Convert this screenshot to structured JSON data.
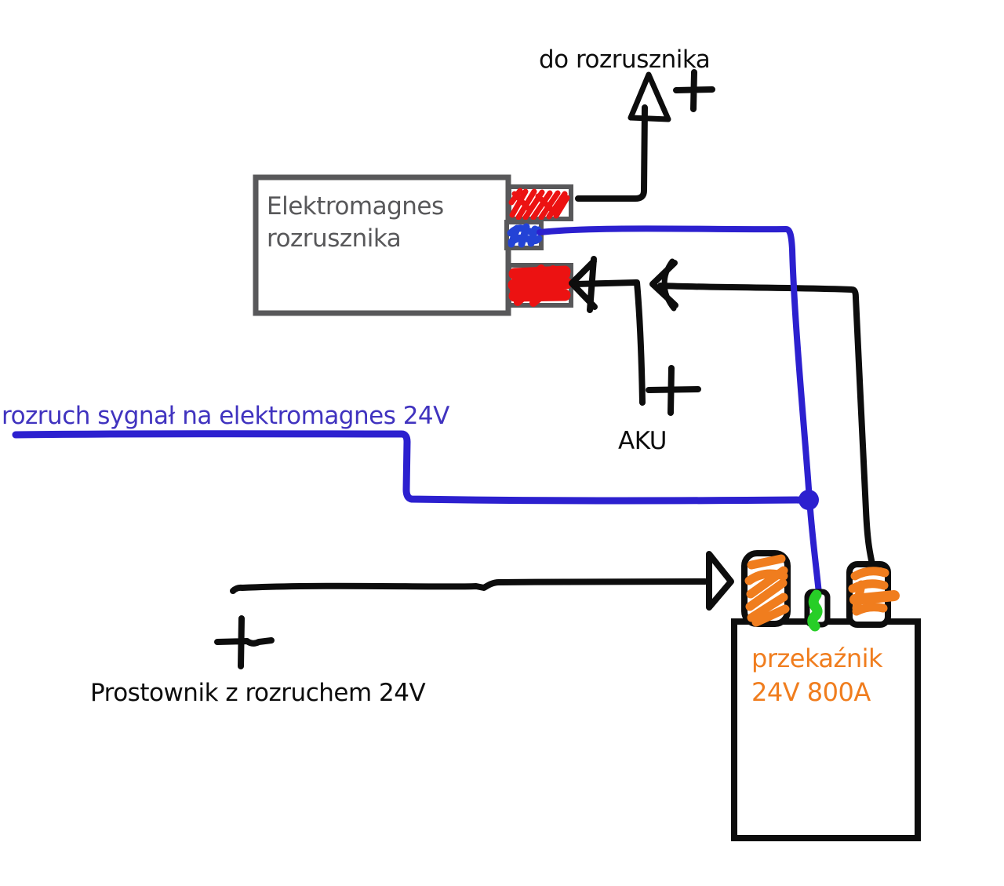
{
  "labels": {
    "do_rozrusznika": "do rozrusznika",
    "elektromagnes_line1": "Elektromagnes",
    "elektromagnes_line2": "rozrusznika",
    "rozruch_signal": "rozruch sygnał na elektromagnes 24V",
    "aku": "AKU",
    "prostownik": "Prostownik z rozruchem 24V",
    "przekaznik_line1": "przekaźnik",
    "przekaznik_line2": "24V 800A"
  },
  "colors": {
    "background": "#ffffff",
    "black": "#0d0d0d",
    "gray": "#58585a",
    "red": "#ec1212",
    "blue_wire": "#2c20cf",
    "blue_text": "#4033bf",
    "blue_terminal": "#2343d6",
    "orange": "#f07d1e",
    "green": "#27ce27"
  }
}
